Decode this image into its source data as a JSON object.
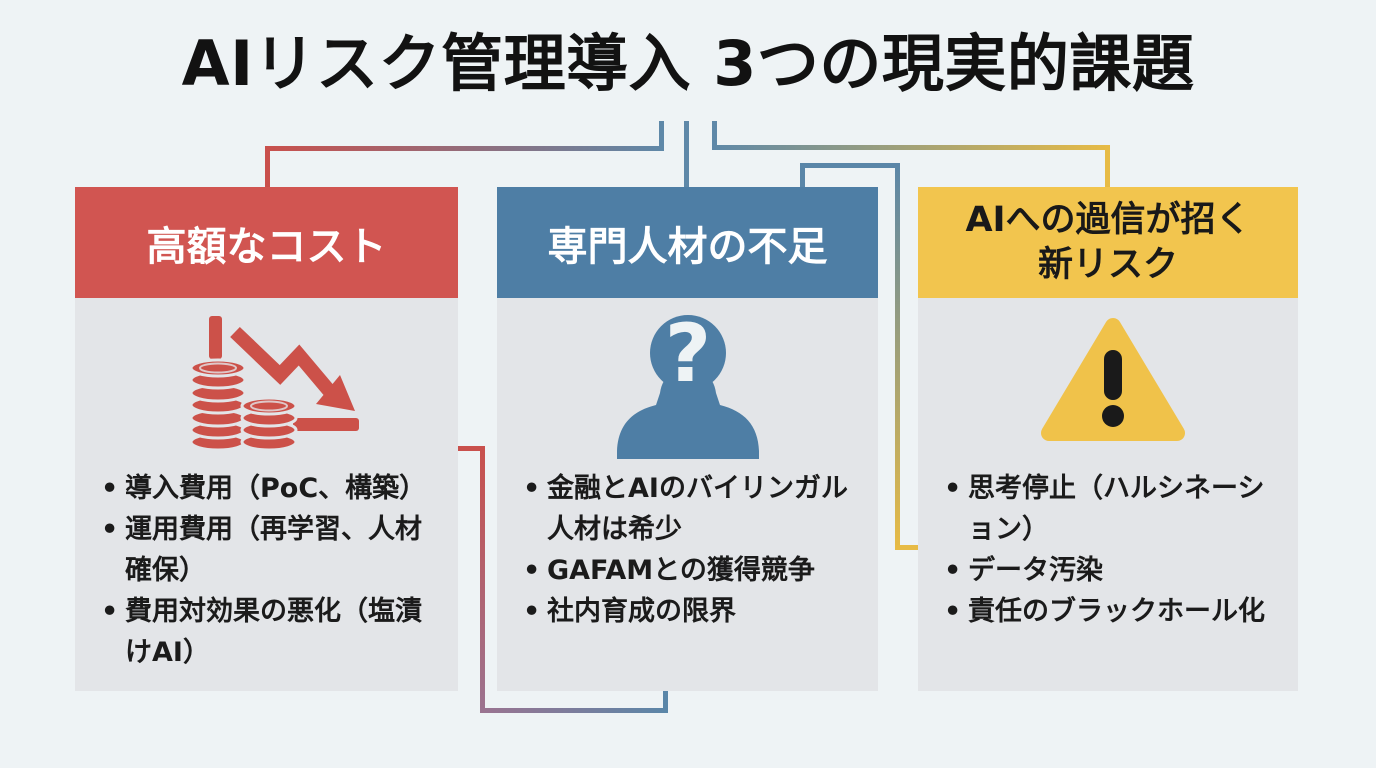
{
  "title": "AIリスク管理導入 3つの現実的課題",
  "bullet_char": "•",
  "colors": {
    "background": "#eef3f5",
    "card_body": "#e3e5e8",
    "cost_accent": "#d15551",
    "talent_accent": "#4e7ea5",
    "overtrust_accent": "#f2c54e",
    "icon_red": "#cc5149",
    "icon_blue": "#4e7ea5",
    "icon_yellow": "#f0c24a",
    "connector_blue": "#5a86a8",
    "connector_red": "#c9504c",
    "connector_yellow": "#e7bb45",
    "text_dark": "#1b1b1b"
  },
  "cards": [
    {
      "id": "cost",
      "header": "高額なコスト",
      "icon": "coins-decline-arrow-icon",
      "bullets": [
        [
          "導入費用（PoC、構築）"
        ],
        [
          "運用費用（再学習、人材",
          "確保）"
        ],
        [
          "費用対効果の悪化（塩漬",
          "けAI）"
        ]
      ]
    },
    {
      "id": "talent",
      "header": "専門人材の不足",
      "icon": "person-question-icon",
      "bullets": [
        [
          "金融とAIのバイリンガル",
          "人材は希少"
        ],
        [
          "GAFAMとの獲得競争"
        ],
        [
          "社内育成の限界"
        ]
      ]
    },
    {
      "id": "overtrust",
      "header": [
        "AIへの過信が招く",
        "新リスク"
      ],
      "icon": "warning-triangle-icon",
      "bullets": [
        [
          "思考停止（ハルシネーシ",
          "ョン）"
        ],
        [
          "データ汚染"
        ],
        [
          "責任のブラックホール化"
        ]
      ]
    }
  ]
}
